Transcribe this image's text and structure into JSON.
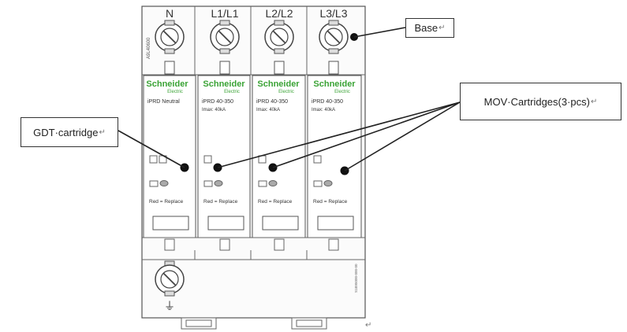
{
  "device": {
    "terminals": [
      "N",
      "L1/L1",
      "L2/L2",
      "L3/L3"
    ],
    "base_side_code": "A9L40600",
    "bottom_terminal_symbol": "⏚",
    "footer_side_code": "S1B95000-000-00",
    "modules": [
      {
        "brand": "Schneider",
        "brand_sub": "Electric",
        "model": "iPRD Neutral",
        "rating": "",
        "status_label": "Red = Replace"
      },
      {
        "brand": "Schneider",
        "brand_sub": "Electric",
        "model": "iPRD 40-350",
        "rating": "Imax: 40kA",
        "status_label": "Red = Replace"
      },
      {
        "brand": "Schneider",
        "brand_sub": "Electric",
        "model": "iPRD 40-350",
        "rating": "Imax: 40kA",
        "status_label": "Red = Replace"
      },
      {
        "brand": "Schneider",
        "brand_sub": "Electric",
        "model": "iPRD 40-350",
        "rating": "Imax: 40kA",
        "status_label": "Red = Replace"
      }
    ]
  },
  "callouts": {
    "base": "Base",
    "mov": "MOV·Cartridges(3·pcs)",
    "gdt": "GDT·cartridge",
    "paragraph_mark": "↵"
  },
  "colors": {
    "brand_green": "#3aa335",
    "outline": "#555555",
    "callout_border": "#333333"
  }
}
